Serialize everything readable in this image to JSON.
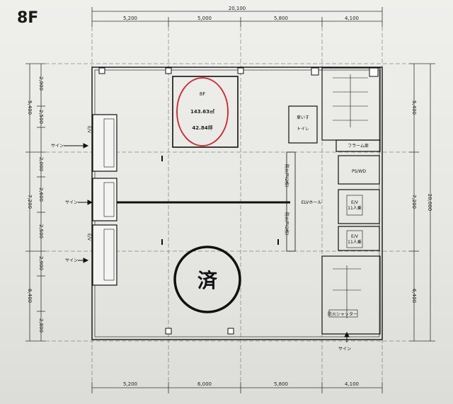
{
  "floor_label": "8F",
  "dimensions": {
    "total_width": "20,100",
    "spans_top": [
      "5,200",
      "5,000",
      "5,800",
      "4,100"
    ],
    "spans_bottom": [
      "5,200",
      "6,000",
      "5,800",
      "4,100"
    ],
    "right_heights": [
      "5,400",
      "7,200",
      "6,400"
    ],
    "right_total": "20,000",
    "left_heights": [
      "5,400",
      "7,200",
      "6,400"
    ],
    "left_sub_heights": [
      "2,900",
      "2,500",
      "2,000",
      "2,600",
      "2,500",
      "2,900",
      "2,800"
    ]
  },
  "area_box": {
    "floor": "8F",
    "sqm": "143.63㎡",
    "tsubo": "42.84坪"
  },
  "done_stamp": "済",
  "rooms": {
    "toilet": "車いす\nトイレ",
    "frame": "フラーム扉",
    "ps": "PS/WD",
    "hall": "ELVホール",
    "ev1": "E/V\n11人乗",
    "ev2": "E/V\n11人乗",
    "ev_left_1": "E/V",
    "ev_left_2": "E/V",
    "shutter": "防火シャッター",
    "door_1": "防火戸(2枚)",
    "door_2": "防火戸(2枚)"
  },
  "signs": [
    "サイン",
    "サイン",
    "サイン",
    "サイン"
  ]
}
